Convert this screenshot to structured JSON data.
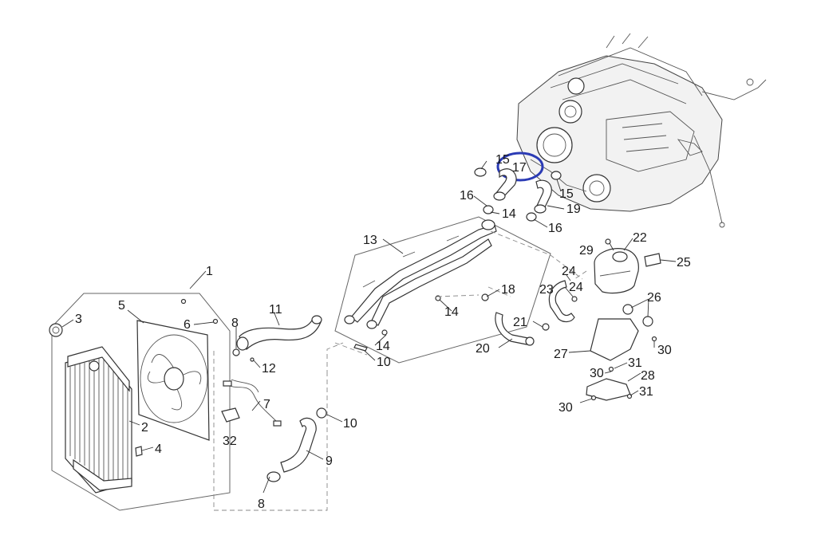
{
  "diagram": {
    "callouts": [
      {
        "id": "c1",
        "text": "1"
      },
      {
        "id": "c2",
        "text": "2"
      },
      {
        "id": "c3",
        "text": "3"
      },
      {
        "id": "c4",
        "text": "4"
      },
      {
        "id": "c5",
        "text": "5"
      },
      {
        "id": "c6",
        "text": "6"
      },
      {
        "id": "c7",
        "text": "7"
      },
      {
        "id": "c8a",
        "text": "8"
      },
      {
        "id": "c8b",
        "text": "8"
      },
      {
        "id": "c9",
        "text": "9"
      },
      {
        "id": "c10a",
        "text": "10"
      },
      {
        "id": "c10b",
        "text": "10"
      },
      {
        "id": "c11",
        "text": "11"
      },
      {
        "id": "c12",
        "text": "12"
      },
      {
        "id": "c13",
        "text": "13"
      },
      {
        "id": "c14a",
        "text": "14"
      },
      {
        "id": "c14b",
        "text": "14"
      },
      {
        "id": "c14c",
        "text": "14"
      },
      {
        "id": "c15a",
        "text": "15"
      },
      {
        "id": "c15b",
        "text": "15"
      },
      {
        "id": "c16a",
        "text": "16"
      },
      {
        "id": "c16b",
        "text": "16"
      },
      {
        "id": "c17",
        "text": "17"
      },
      {
        "id": "c18",
        "text": "18"
      },
      {
        "id": "c19",
        "text": "19"
      },
      {
        "id": "c20",
        "text": "20"
      },
      {
        "id": "c21",
        "text": "21"
      },
      {
        "id": "c22",
        "text": "22"
      },
      {
        "id": "c23",
        "text": "23"
      },
      {
        "id": "c24a",
        "text": "24"
      },
      {
        "id": "c24b",
        "text": "24"
      },
      {
        "id": "c25",
        "text": "25"
      },
      {
        "id": "c26",
        "text": "26"
      },
      {
        "id": "c27",
        "text": "27"
      },
      {
        "id": "c28",
        "text": "28"
      },
      {
        "id": "c29",
        "text": "29"
      },
      {
        "id": "c30a",
        "text": "30"
      },
      {
        "id": "c30b",
        "text": "30"
      },
      {
        "id": "c30c",
        "text": "30"
      },
      {
        "id": "c31a",
        "text": "31"
      },
      {
        "id": "c31b",
        "text": "31"
      },
      {
        "id": "c32",
        "text": "32"
      }
    ],
    "highlight": {
      "target": "17",
      "color": "#2b3bb5"
    }
  }
}
